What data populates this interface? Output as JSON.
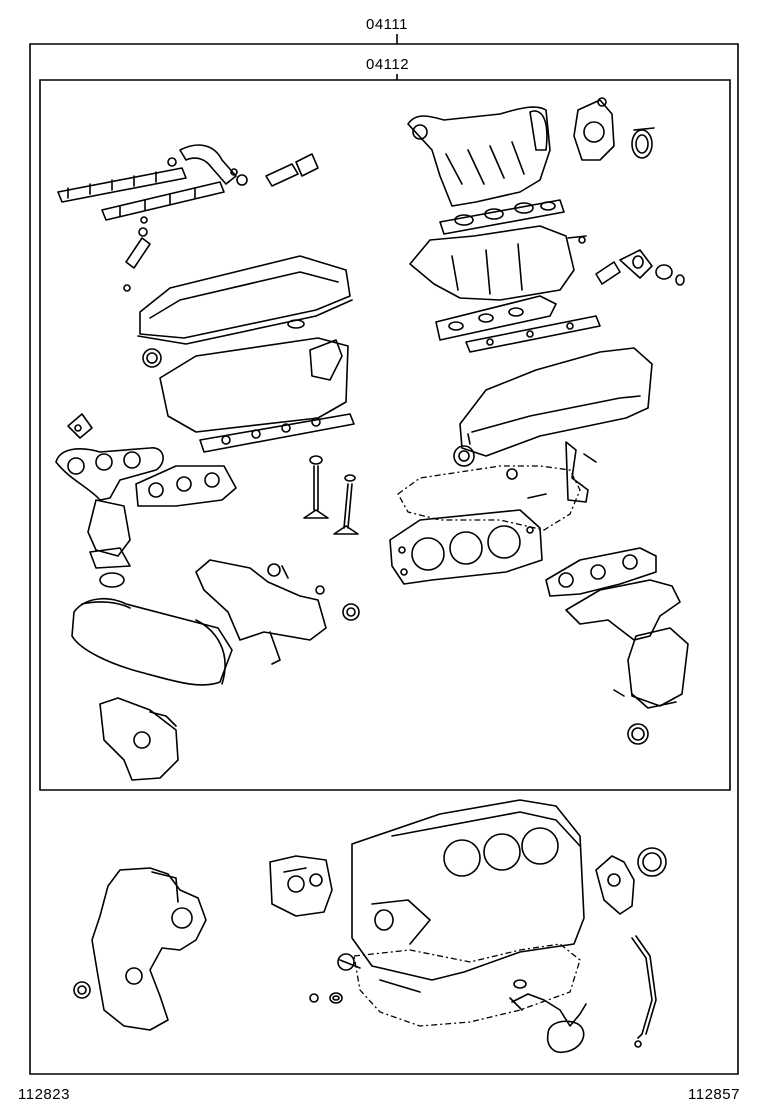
{
  "labels": {
    "outer_kit": "04111",
    "inner_kit": "04112",
    "ref_bottom_left": "112823",
    "ref_bottom_right": "112857"
  }
}
